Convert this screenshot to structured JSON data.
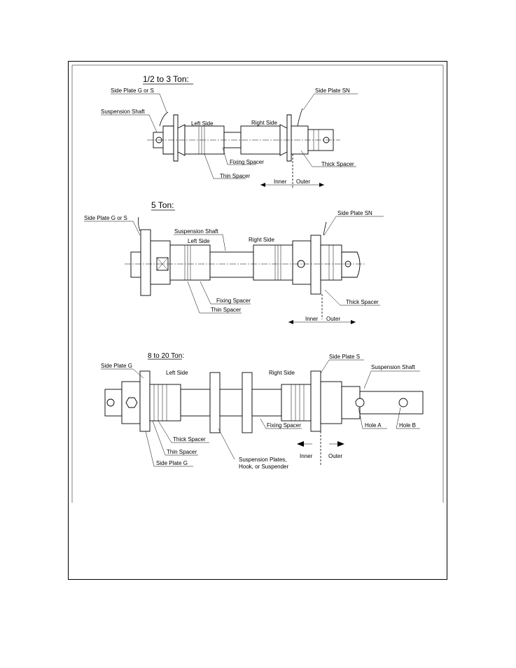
{
  "diagrams": [
    {
      "title": "1/2 to 3 Ton:",
      "labels": {
        "side_plate_g_or_s": "Side Plate G or S",
        "side_plate_sn": "Side Plate SN",
        "suspension_shaft": "Suspension Shaft",
        "left_side": "Left Side",
        "right_side": "Right Side",
        "fixing_spacer": "Fixing Spacer",
        "thin_spacer": "Thin Spacer",
        "thick_spacer": "Thick Spacer",
        "inner": "Inner",
        "outer": "Outer"
      }
    },
    {
      "title": "5 Ton:",
      "labels": {
        "side_plate_g_or_s": "Side Plate G or S",
        "side_plate_sn": "Side Plate SN",
        "suspension_shaft": "Suspension Shaft",
        "left_side": "Left Side",
        "right_side": "Right Side",
        "fixing_spacer": "Fixing Spacer",
        "thin_spacer": "Thin Spacer",
        "thick_spacer": "Thick Spacer",
        "inner": "Inner",
        "outer": "Outer"
      }
    },
    {
      "title": "8 to 20 Ton",
      "title_suffix": ":",
      "labels": {
        "side_plate_g_top": "Side Plate G",
        "side_plate_s": "Side Plate S",
        "suspension_shaft": "Suspension Shaft",
        "left_side": "Left Side",
        "right_side": "Right Side",
        "hole_a": "Hole A",
        "hole_b": "Hole B",
        "fixing_spacer": "Fixing Spacer",
        "thick_spacer": "Thick Spacer",
        "thin_spacer": "Thin Spacer",
        "side_plate_g_bottom": "Side Plate G",
        "suspension_plates_1": "Suspension Plates,",
        "suspension_plates_2": "Hook, or Suspender",
        "inner": "Inner",
        "outer": "Outer"
      }
    }
  ]
}
